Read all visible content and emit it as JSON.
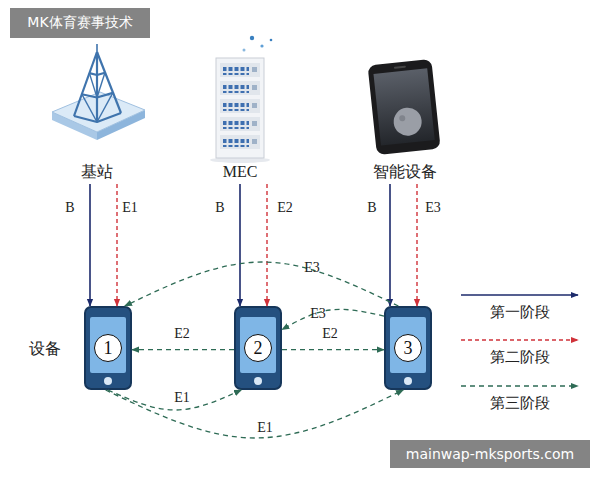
{
  "diagram": {
    "nodes": [
      {
        "text": [
          "基站"
        ]
      },
      {
        "text": [
          "MEC"
        ]
      },
      {
        "text": [
          "智能设备"
        ]
      },
      {
        "text": [
          "1"
        ]
      },
      {
        "text": [
          "2"
        ]
      },
      {
        "text": [
          "3"
        ]
      }
    ],
    "edges": [
      {
        "from": 0,
        "to": 3,
        "arrow": "to",
        "label": "B"
      },
      {
        "from": 0,
        "to": 3,
        "arrow": "to",
        "label": "E1"
      },
      {
        "from": 1,
        "to": 4,
        "arrow": "to",
        "label": "B"
      },
      {
        "from": 1,
        "to": 4,
        "arrow": "to",
        "label": "E2"
      },
      {
        "from": 2,
        "to": 5,
        "arrow": "to",
        "label": "B"
      },
      {
        "from": 2,
        "to": 5,
        "arrow": "to",
        "label": "E3"
      },
      {
        "from": 5,
        "to": 3,
        "arrow": "to",
        "label": "E3"
      },
      {
        "from": 5,
        "to": 4,
        "arrow": "to",
        "label": "E3"
      },
      {
        "from": 4,
        "to": 3,
        "arrow": "to",
        "label": "E2"
      },
      {
        "from": 4,
        "to": 5,
        "arrow": "to",
        "label": "E2"
      },
      {
        "from": 3,
        "to": 4,
        "arrow": "to",
        "label": "E1"
      },
      {
        "from": 3,
        "to": 5,
        "arrow": "to",
        "label": "E1"
      }
    ],
    "labels": [
      "设备",
      "MK体育赛事技术",
      "mainwap-mksports.com"
    ],
    "legend": [
      {
        "text": "第一阶段"
      },
      {
        "text": "第二阶段"
      },
      {
        "text": "第三阶段"
      }
    ]
  }
}
